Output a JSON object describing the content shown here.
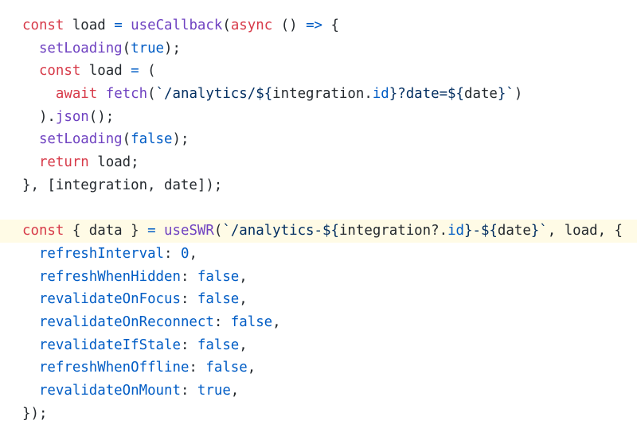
{
  "editor": {
    "highlighted_line_index": 9,
    "colors": {
      "background": "#ffffff",
      "highlight": "#fffbe6",
      "keyword": "#d73a49",
      "function": "#6f42c1",
      "constant": "#005cc5",
      "string": "#032f62",
      "plain": "#24292e"
    },
    "lines": [
      [
        {
          "t": "kw",
          "v": "const"
        },
        {
          "t": "pl",
          "v": " load "
        },
        {
          "t": "cst",
          "v": "="
        },
        {
          "t": "pl",
          "v": " "
        },
        {
          "t": "fn",
          "v": "useCallback"
        },
        {
          "t": "pl",
          "v": "("
        },
        {
          "t": "kw",
          "v": "async"
        },
        {
          "t": "pl",
          "v": " () "
        },
        {
          "t": "cst",
          "v": "=>"
        },
        {
          "t": "pl",
          "v": " {"
        }
      ],
      [
        {
          "t": "pl",
          "v": "  "
        },
        {
          "t": "fn",
          "v": "setLoading"
        },
        {
          "t": "pl",
          "v": "("
        },
        {
          "t": "cst",
          "v": "true"
        },
        {
          "t": "pl",
          "v": ");"
        }
      ],
      [
        {
          "t": "pl",
          "v": "  "
        },
        {
          "t": "kw",
          "v": "const"
        },
        {
          "t": "pl",
          "v": " load "
        },
        {
          "t": "cst",
          "v": "="
        },
        {
          "t": "pl",
          "v": " ("
        }
      ],
      [
        {
          "t": "pl",
          "v": "    "
        },
        {
          "t": "kw",
          "v": "await"
        },
        {
          "t": "pl",
          "v": " "
        },
        {
          "t": "fn",
          "v": "fetch"
        },
        {
          "t": "pl",
          "v": "("
        },
        {
          "t": "str",
          "v": "`/analytics/${"
        },
        {
          "t": "pl",
          "v": "integration."
        },
        {
          "t": "cst",
          "v": "id"
        },
        {
          "t": "str",
          "v": "}?date=${"
        },
        {
          "t": "pl",
          "v": "date"
        },
        {
          "t": "str",
          "v": "}`"
        },
        {
          "t": "pl",
          "v": ")"
        }
      ],
      [
        {
          "t": "pl",
          "v": "  )."
        },
        {
          "t": "fn",
          "v": "json"
        },
        {
          "t": "pl",
          "v": "();"
        }
      ],
      [
        {
          "t": "pl",
          "v": "  "
        },
        {
          "t": "fn",
          "v": "setLoading"
        },
        {
          "t": "pl",
          "v": "("
        },
        {
          "t": "cst",
          "v": "false"
        },
        {
          "t": "pl",
          "v": ");"
        }
      ],
      [
        {
          "t": "pl",
          "v": "  "
        },
        {
          "t": "kw",
          "v": "return"
        },
        {
          "t": "pl",
          "v": " load;"
        }
      ],
      [
        {
          "t": "pl",
          "v": "}, [integration, date]);"
        }
      ],
      [
        {
          "t": "pl",
          "v": ""
        }
      ],
      [
        {
          "t": "kw",
          "v": "const"
        },
        {
          "t": "pl",
          "v": " { data } "
        },
        {
          "t": "cst",
          "v": "="
        },
        {
          "t": "pl",
          "v": " "
        },
        {
          "t": "fn",
          "v": "useSWR"
        },
        {
          "t": "pl",
          "v": "("
        },
        {
          "t": "str",
          "v": "`/analytics-${"
        },
        {
          "t": "pl",
          "v": "integration?."
        },
        {
          "t": "cst",
          "v": "id"
        },
        {
          "t": "str",
          "v": "}-${"
        },
        {
          "t": "pl",
          "v": "date"
        },
        {
          "t": "str",
          "v": "}`"
        },
        {
          "t": "pl",
          "v": ", load, {"
        }
      ],
      [
        {
          "t": "pl",
          "v": "  "
        },
        {
          "t": "cst",
          "v": "refreshInterval"
        },
        {
          "t": "pl",
          "v": ": "
        },
        {
          "t": "cst",
          "v": "0"
        },
        {
          "t": "pl",
          "v": ","
        }
      ],
      [
        {
          "t": "pl",
          "v": "  "
        },
        {
          "t": "cst",
          "v": "refreshWhenHidden"
        },
        {
          "t": "pl",
          "v": ": "
        },
        {
          "t": "cst",
          "v": "false"
        },
        {
          "t": "pl",
          "v": ","
        }
      ],
      [
        {
          "t": "pl",
          "v": "  "
        },
        {
          "t": "cst",
          "v": "revalidateOnFocus"
        },
        {
          "t": "pl",
          "v": ": "
        },
        {
          "t": "cst",
          "v": "false"
        },
        {
          "t": "pl",
          "v": ","
        }
      ],
      [
        {
          "t": "pl",
          "v": "  "
        },
        {
          "t": "cst",
          "v": "revalidateOnReconnect"
        },
        {
          "t": "pl",
          "v": ": "
        },
        {
          "t": "cst",
          "v": "false"
        },
        {
          "t": "pl",
          "v": ","
        }
      ],
      [
        {
          "t": "pl",
          "v": "  "
        },
        {
          "t": "cst",
          "v": "revalidateIfStale"
        },
        {
          "t": "pl",
          "v": ": "
        },
        {
          "t": "cst",
          "v": "false"
        },
        {
          "t": "pl",
          "v": ","
        }
      ],
      [
        {
          "t": "pl",
          "v": "  "
        },
        {
          "t": "cst",
          "v": "refreshWhenOffline"
        },
        {
          "t": "pl",
          "v": ": "
        },
        {
          "t": "cst",
          "v": "false"
        },
        {
          "t": "pl",
          "v": ","
        }
      ],
      [
        {
          "t": "pl",
          "v": "  "
        },
        {
          "t": "cst",
          "v": "revalidateOnMount"
        },
        {
          "t": "pl",
          "v": ": "
        },
        {
          "t": "cst",
          "v": "true"
        },
        {
          "t": "pl",
          "v": ","
        }
      ],
      [
        {
          "t": "pl",
          "v": "});"
        }
      ]
    ]
  }
}
